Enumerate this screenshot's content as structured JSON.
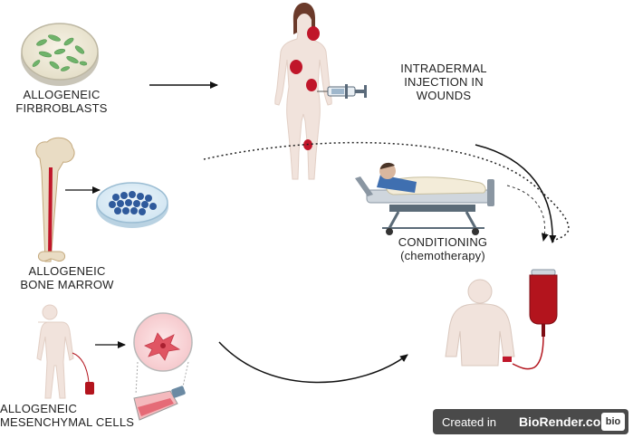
{
  "labels": {
    "fibroblasts": [
      "ALLOGENEIC",
      "FIRBROBLASTS"
    ],
    "injection": [
      "INTRADERMAL",
      "INJECTION IN",
      "WOUNDS"
    ],
    "bone_marrow": [
      "ALLOGENEIC",
      "BONE MARROW"
    ],
    "conditioning": [
      "CONDITIONING",
      "(chemotherapy)"
    ],
    "mesenchymal": [
      "ALLOGENEIC",
      "MESENCHYMAL CELLS"
    ]
  },
  "badge": {
    "prefix": "Created in",
    "brand": "BioRender.com",
    "logo": "bio"
  },
  "colors": {
    "wound": "#c0162a",
    "skin": "#f1e3dc",
    "dish_cells_green": "#6fb36a",
    "dish_cells_blue": "#2f5a9c",
    "blood": "#b3141d",
    "badge_bg": "#4a4a4a"
  }
}
